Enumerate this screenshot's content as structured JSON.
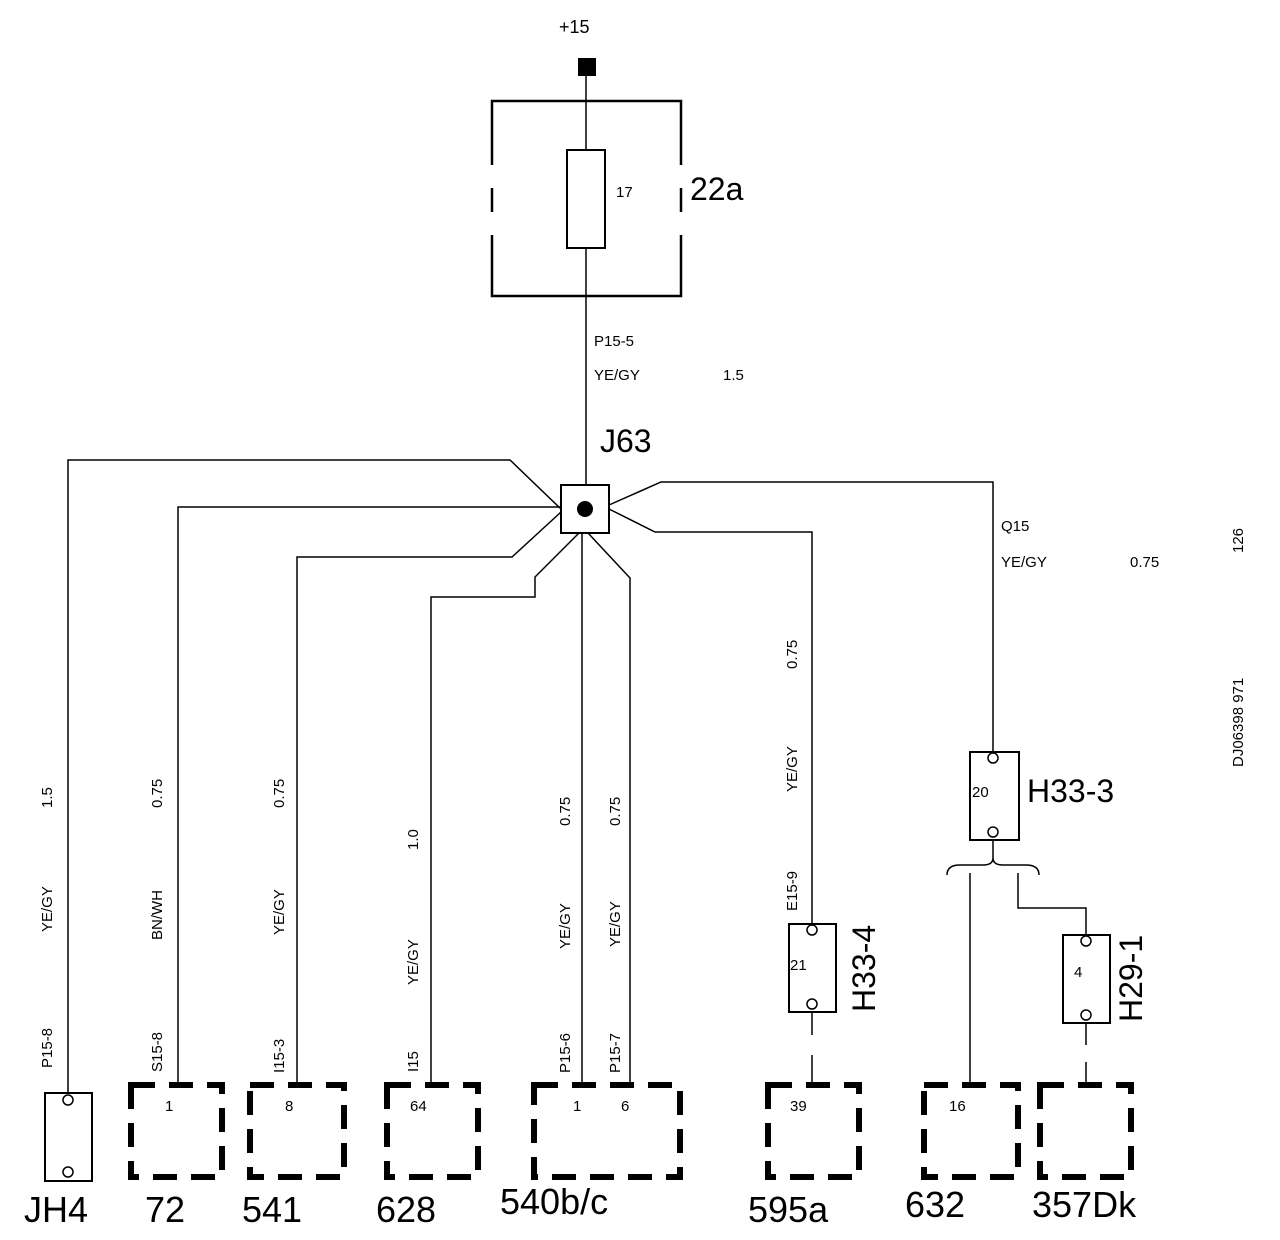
{
  "supply": {
    "label": "+15"
  },
  "fuse": {
    "number": "17",
    "unit": "22a"
  },
  "main_wire": {
    "code": "P15-5",
    "color": "YE/GY",
    "size": "1.5"
  },
  "splice": {
    "label": "J63"
  },
  "branches": [
    {
      "code": "P15-8",
      "color": "YE/GY",
      "size": "1.5"
    },
    {
      "code": "S15-8",
      "color": "BN/WH",
      "size": "0.75"
    },
    {
      "code": "I15-3",
      "color": "YE/GY",
      "size": "0.75"
    },
    {
      "code": "I15",
      "color": "YE/GY",
      "size": "1.0"
    },
    {
      "code": "P15-6",
      "color": "YE/GY",
      "size": "0.75"
    },
    {
      "code": "P15-7",
      "color": "YE/GY",
      "size": "0.75"
    },
    {
      "code": "E15-9",
      "color": "YE/GY",
      "size": "0.75"
    },
    {
      "code": "Q15",
      "color": "YE/GY",
      "size": "0.75"
    }
  ],
  "inline_connectors": [
    {
      "label": "H33-3",
      "pin": "20"
    },
    {
      "label": "H33-4",
      "pin": "21"
    },
    {
      "label": "H29-1",
      "pin": "4"
    }
  ],
  "units": [
    {
      "label": "JH4",
      "pin": ""
    },
    {
      "label": "72",
      "pin": "1"
    },
    {
      "label": "541",
      "pin": "8"
    },
    {
      "label": "628",
      "pin": "64"
    },
    {
      "label": "540b/c",
      "pin": "1",
      "pin2": "6"
    },
    {
      "label": "595a",
      "pin": "39"
    },
    {
      "label": "632",
      "pin": "16"
    },
    {
      "label": "357Dk",
      "pin": ""
    }
  ],
  "side_text": {
    "page": "126",
    "doc": "DJ06398 971"
  }
}
